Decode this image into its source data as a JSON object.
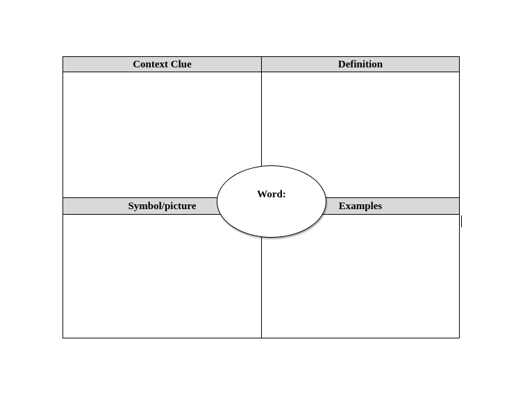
{
  "organizer": {
    "top_left_header": "Context Clue",
    "top_right_header": "Definition",
    "bottom_left_header": "Symbol/picture",
    "bottom_right_header": "Examples",
    "center_label": "Word:",
    "colors": {
      "header_fill": "#d9d9d9",
      "border": "#000000",
      "background": "#ffffff"
    }
  }
}
